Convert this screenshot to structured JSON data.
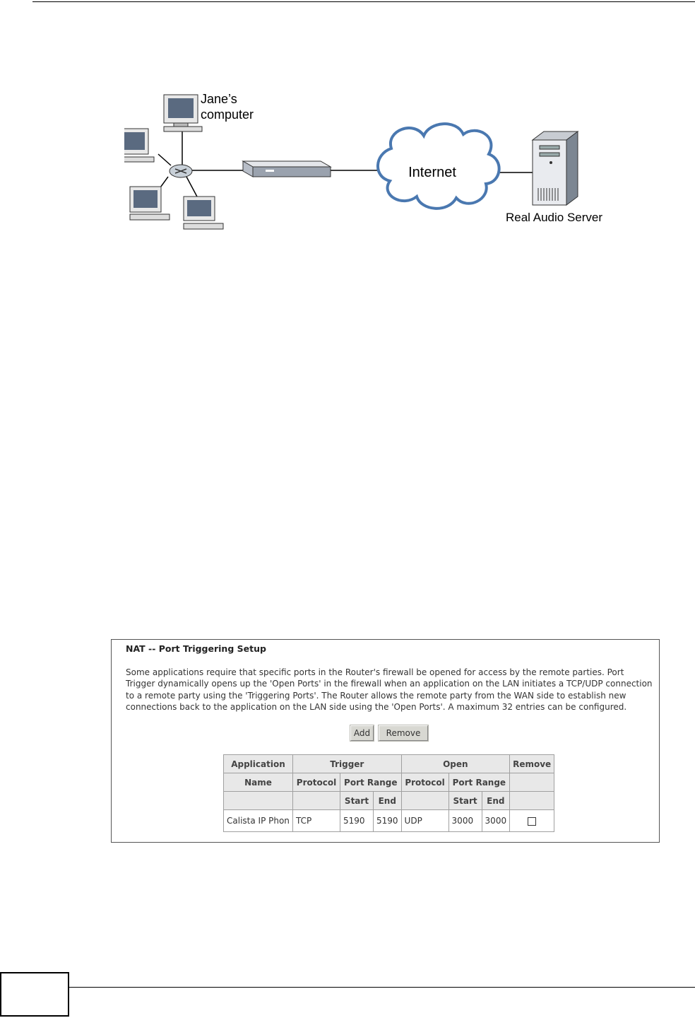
{
  "diagram": {
    "labels": {
      "jane_line1": "Jane’s",
      "jane_line2": "computer",
      "internet": "Internet",
      "server": "Real Audio Server"
    },
    "icons": [
      "computer-icon",
      "hub-icon",
      "router-icon",
      "cloud-icon",
      "server-icon"
    ]
  },
  "panel": {
    "title": "NAT -- Port Triggering Setup",
    "description_lines": [
      "Some applications require that specific ports in the Router's firewall be opened for access by the remote parties. Port",
      "Trigger dynamically opens up the 'Open Ports' in the firewall when an application on the LAN initiates a TCP/UDP connection",
      "to a remote party using the 'Triggering Ports'. The Router allows the remote party from the WAN side to establish new",
      "connections back to the application on the LAN side using the 'Open Ports'. A maximum 32 entries can be configured."
    ],
    "add_label": "Add",
    "remove_label": "Remove"
  },
  "table": {
    "header1": {
      "application": "Application",
      "trigger": "Trigger",
      "open": "Open",
      "remove": "Remove"
    },
    "header2": {
      "name": "Name",
      "trigger_protocol": "Protocol",
      "trigger_port_range": "Port Range",
      "open_protocol": "Protocol",
      "open_port_range": "Port Range"
    },
    "header3": {
      "trigger_start": "Start",
      "trigger_end": "End",
      "open_start": "Start",
      "open_end": "End"
    },
    "rows": [
      {
        "name": "Calista IP Phon",
        "trigger_protocol": "TCP",
        "trigger_start": "5190",
        "trigger_end": "5190",
        "open_protocol": "UDP",
        "open_start": "3000",
        "open_end": "3000",
        "remove_checked": false
      }
    ]
  }
}
